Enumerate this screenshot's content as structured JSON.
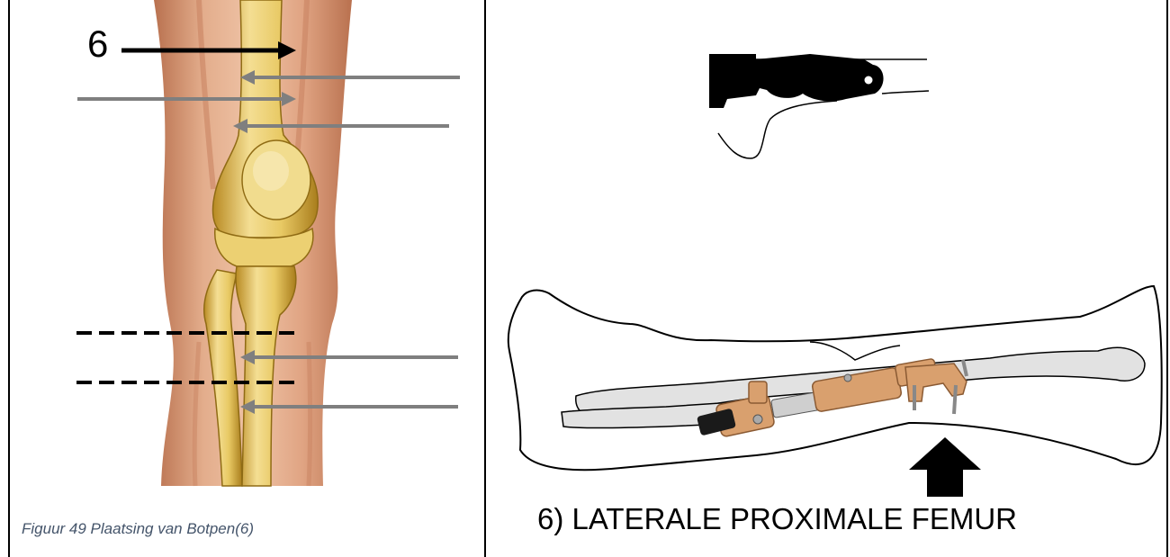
{
  "figure": {
    "pin_number": "6",
    "caption": "Figuur 49 Plaatsing van Botpen(6)",
    "site_label": "6) LATERALE PROXIMALE FEMUR"
  },
  "colors": {
    "skin": "#d49a78",
    "skin_dark": "#b9714f",
    "bone": "#d8b24a",
    "bone_light": "#f1dc8e",
    "arrow_gray": "#7f7f7f",
    "fixator_copper": "#d9a06e",
    "outline": "#000000"
  },
  "icons": {
    "pin_arrow": "arrow-right-icon",
    "indicator_arrow": "arrow-up-icon"
  }
}
